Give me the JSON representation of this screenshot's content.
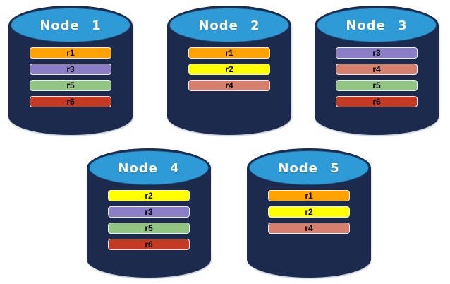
{
  "colors": {
    "cylinder_body": "#1C2A4D",
    "cylinder_top_ellipse": "#2E9BD6",
    "node_label_text": "#FFFFFF",
    "replica_label_text": "#000000",
    "background": "#FFFFFF"
  },
  "replica_colors": {
    "r1": "#FFA202",
    "r2": "#FFFF00",
    "r3": "#8B7EC6",
    "r4": "#D5806E",
    "r5": "#92C584",
    "r6": "#C63A24"
  },
  "nodes": [
    {
      "label": "Node 1",
      "replicas": [
        "r1",
        "r3",
        "r5",
        "r6"
      ]
    },
    {
      "label": "Node 2",
      "replicas": [
        "r1",
        "r2",
        "r4"
      ]
    },
    {
      "label": "Node 3",
      "replicas": [
        "r3",
        "r4",
        "r5",
        "r6"
      ]
    },
    {
      "label": "Node 4",
      "replicas": [
        "r2",
        "r3",
        "r5",
        "r6"
      ]
    },
    {
      "label": "Node 5",
      "replicas": [
        "r1",
        "r2",
        "r4"
      ]
    }
  ]
}
